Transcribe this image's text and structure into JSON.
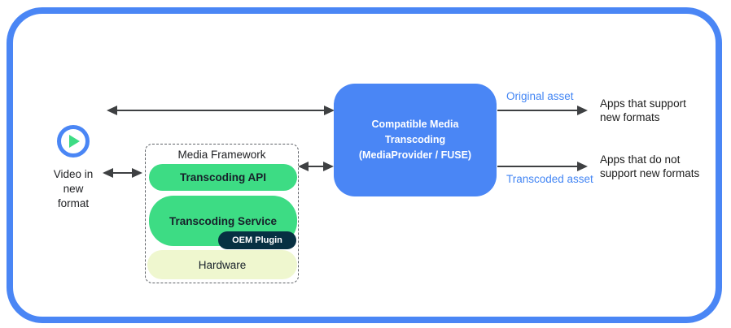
{
  "colors": {
    "blue": "#4a86f5",
    "label_blue": "#4285f4",
    "green": "#3ddc84",
    "navy": "#073042",
    "cream": "#eff7cf",
    "arrow": "#3e4042"
  },
  "source": {
    "icon": "play-icon",
    "label": "Video in\nnew\nformat"
  },
  "media_framework": {
    "title": "Media Framework",
    "layers": {
      "api": "Transcoding API",
      "service": "Transcoding Service",
      "oem": "OEM Plugin",
      "hardware": "Hardware"
    }
  },
  "transcoding_box": {
    "label": "Compatible Media\nTranscoding\n(MediaProvider / FUSE)"
  },
  "outputs": {
    "original": {
      "asset_label": "Original asset",
      "target": "Apps that support\nnew formats"
    },
    "transcoded": {
      "asset_label": "Transcoded asset",
      "target": "Apps that do not\nsupport new formats"
    }
  }
}
